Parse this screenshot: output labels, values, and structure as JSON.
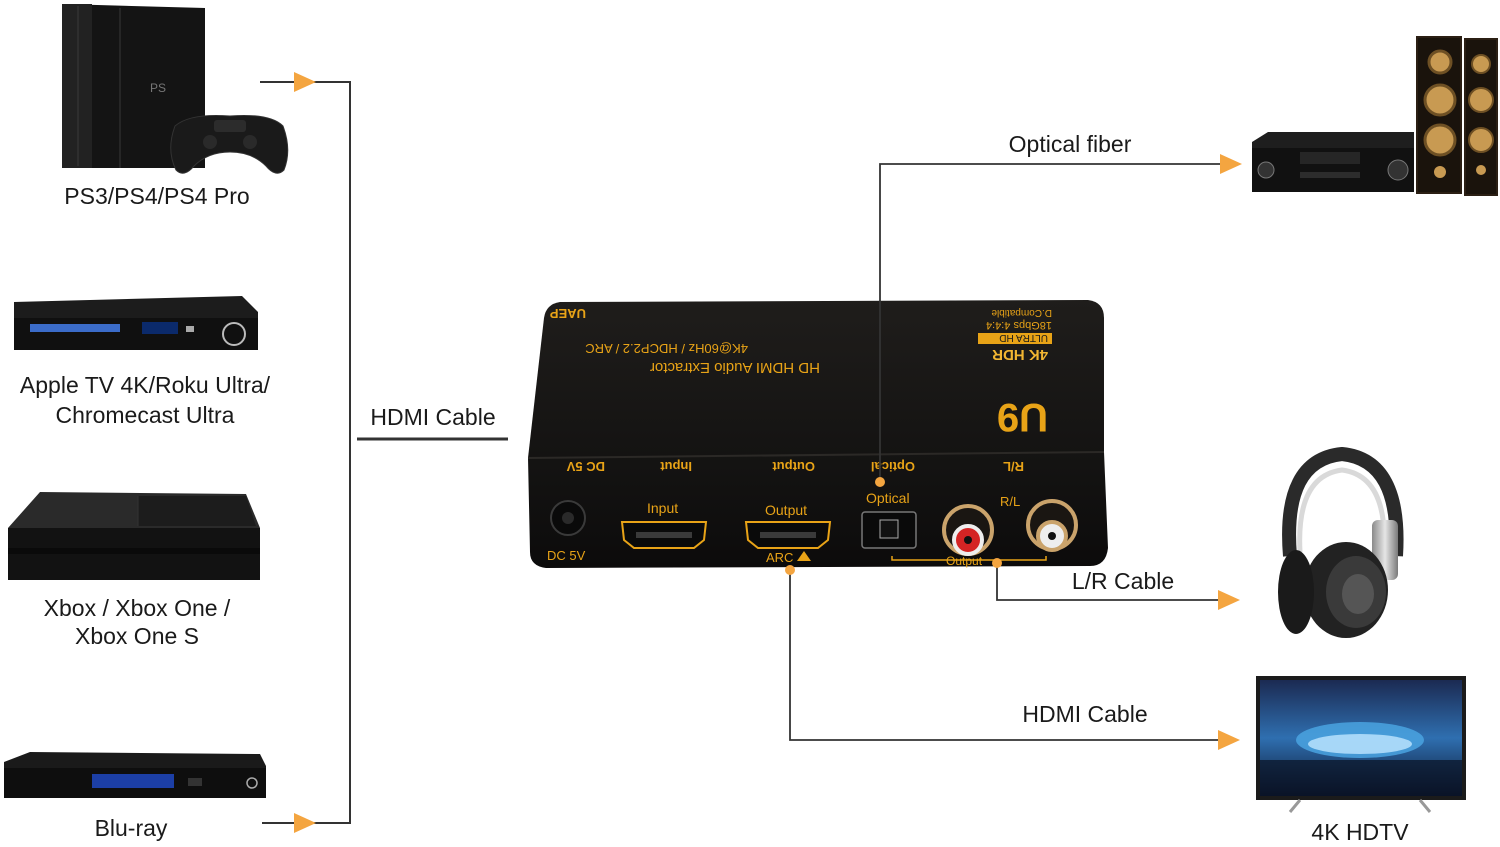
{
  "sources": [
    {
      "name": "PS3/PS4/PS4 Pro",
      "icon": "game-console-icon"
    },
    {
      "name": "Apple TV 4K/Roku Ultra/",
      "name2": "Chromecast Ultra",
      "icon": "media-player-icon"
    },
    {
      "name": "Xbox / Xbox One /",
      "name2": "Xbox One S",
      "icon": "xbox-console-icon"
    },
    {
      "name": "Blu-ray",
      "icon": "bluray-player-icon"
    }
  ],
  "input_cable_label": "HDMI Cable",
  "device": {
    "brand": "U9",
    "top_lines": [
      "UAEP",
      "4K@60Hz / HDCP2.2 / ARC",
      "HD HDMI Audio Extractor"
    ],
    "badge_lines": [
      "D.Compatible",
      "18Gbps 4:4:4",
      "ULTRA HD",
      "4K HDR"
    ],
    "port_labels": {
      "dc": "DC 5V",
      "input": "Input",
      "output": "Output",
      "arc": "ARC",
      "optical": "Optical",
      "rl": "R/L",
      "output_group": "Output"
    }
  },
  "outputs": [
    {
      "cable": "Optical fiber",
      "icon": "av-receiver-speakers-icon"
    },
    {
      "cable": "L/R Cable",
      "icon": "headphones-icon"
    },
    {
      "cable": "HDMI Cable",
      "target": "4K HDTV",
      "icon": "tv-icon"
    }
  ],
  "colors": {
    "arrow": "#f4a540",
    "line": "#333333",
    "device_body": "#1c1a18",
    "device_text": "#e8a317"
  }
}
